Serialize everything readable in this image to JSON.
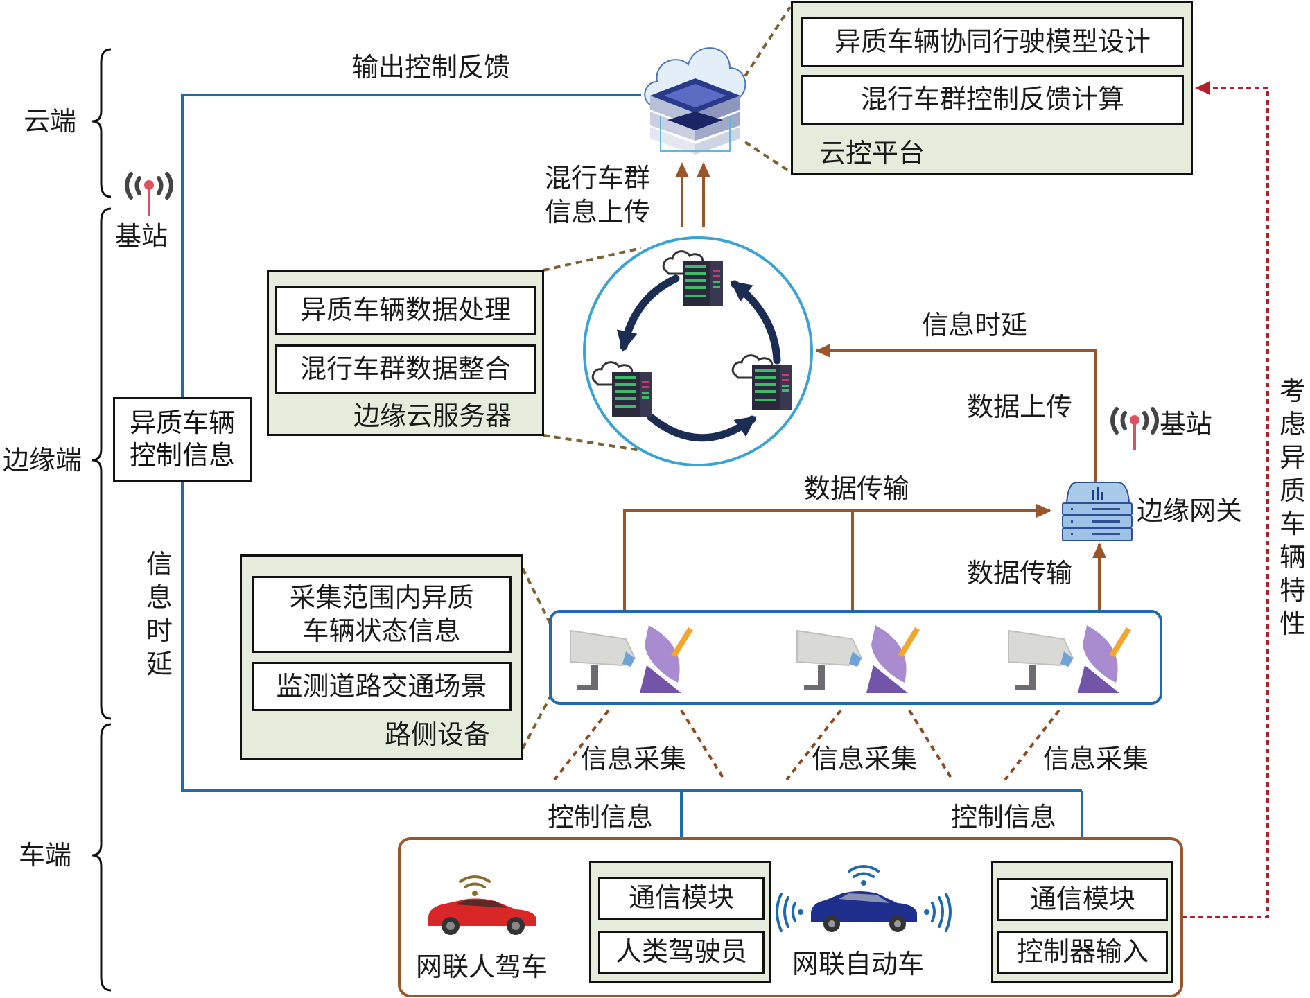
{
  "tiers": {
    "cloud": "云端",
    "edge": "边缘端",
    "vehicle": "车端"
  },
  "base_station_left": "基站",
  "base_station_right": "基站",
  "edges": {
    "output_feedback": "输出控制反馈",
    "fleet_upload": [
      "混行车群",
      "信息上传"
    ],
    "info_delay_top": "信息时延",
    "data_upload": "数据上传",
    "data_transfer_top": "数据传输",
    "data_transfer_right": "数据传输",
    "info_delay_left": [
      "信",
      "息",
      "时",
      "延"
    ],
    "info_collect": [
      "信息采集",
      "信息采集",
      "信息采集"
    ],
    "control_info_left": "控制信息",
    "control_info_right": "控制信息",
    "consider_hetero": [
      "考",
      "虑",
      "异",
      "质",
      "车",
      "辆",
      "特",
      "性"
    ]
  },
  "control_info_box": [
    "异质车辆",
    "控制信息"
  ],
  "cloud_platform": {
    "title": "云控平台",
    "items": [
      "异质车辆协同行驶模型设计",
      "混行车群控制反馈计算"
    ]
  },
  "edge_server": {
    "title": "边缘云服务器",
    "items": [
      "异质车辆数据处理",
      "混行车群数据整合"
    ]
  },
  "edge_gateway": "边缘网关",
  "roadside": {
    "title": "路侧设备",
    "items": [
      [
        "采集范围内异质",
        "车辆状态信息"
      ],
      [
        "监测道路交通场景"
      ]
    ]
  },
  "vehicles": {
    "human": {
      "label": "网联人驾车",
      "items": [
        "通信模块",
        "人类驾驶员"
      ]
    },
    "auto": {
      "label": "网联自动车",
      "items": [
        "通信模块",
        "控制器输入"
      ]
    }
  },
  "colors": {
    "blue_line": "#1f6aad",
    "brown_line": "#9a5528",
    "red_dashed": "#b0202a",
    "dotted_olive": "#7a6232",
    "panel_fill": "#e6ecdc",
    "circle": "#3aa3d4",
    "dark_arrow": "#1b2d52"
  }
}
